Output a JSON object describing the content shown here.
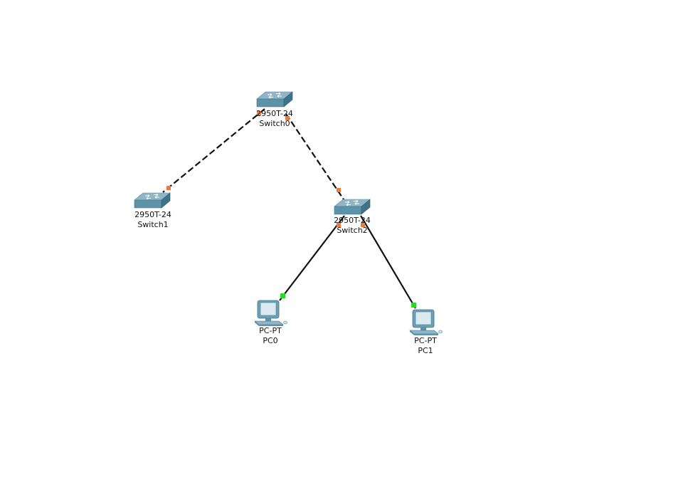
{
  "devices": {
    "switch0": {
      "model": "2950T-24",
      "name": "Switch0"
    },
    "switch1": {
      "model": "2950T-24",
      "name": "Switch1"
    },
    "switch2": {
      "model": "2950T-24",
      "name": "Switch2"
    },
    "pc0": {
      "model": "PC-PT",
      "name": "PC0"
    },
    "pc1": {
      "model": "PC-PT",
      "name": "PC1"
    }
  },
  "links": [
    {
      "from": "Switch0",
      "to": "Switch1",
      "cable": "crossover",
      "from_status": "orange",
      "to_status": "orange"
    },
    {
      "from": "Switch0",
      "to": "Switch2",
      "cable": "crossover",
      "from_status": "orange",
      "to_status": "orange"
    },
    {
      "from": "Switch2",
      "to": "PC0",
      "cable": "straight-through",
      "from_status": "orange",
      "to_status": "green"
    },
    {
      "from": "Switch2",
      "to": "PC1",
      "cable": "straight-through",
      "from_status": "orange",
      "to_status": "green"
    }
  ],
  "colors": {
    "link": "#111111",
    "port_orange": "#f07a3a",
    "port_green": "#22dd22",
    "switch_top": "#8fb6c6",
    "switch_front": "#5c93a9",
    "switch_side": "#3f7389",
    "pc_body": "#6fa1b5",
    "pc_screen": "#dbe9f0"
  }
}
